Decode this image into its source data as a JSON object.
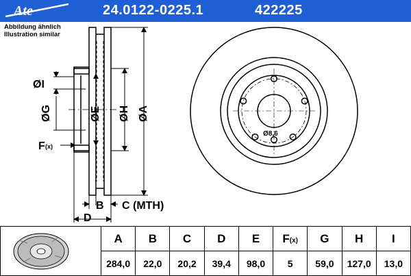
{
  "header": {
    "brand": "Ate",
    "part_number": "24.0122-0225.1",
    "article_number": "422225",
    "brand_color": "#1f5fd6"
  },
  "notes": {
    "german": "Abbildung ähnlich",
    "english": "Illustration similar"
  },
  "drawing": {
    "labels": {
      "I": "ØI",
      "G": "ØG",
      "E": "ØE",
      "H": "ØH",
      "A": "ØA",
      "F": "F",
      "F_sub": "(x)",
      "B": "B",
      "C": "C (MTH)",
      "D": "D",
      "bolt_hole": "Ø8,6"
    },
    "icons": [
      "disc-side-section",
      "disc-front-view",
      "disc-3d-thumbnail"
    ]
  },
  "table": {
    "headers": [
      "A",
      "B",
      "C",
      "D",
      "E",
      "F",
      "G",
      "H",
      "I"
    ],
    "f_sub": "(x)",
    "values": [
      "284,0",
      "22,0",
      "20,2",
      "39,4",
      "98,0",
      "5",
      "59,0",
      "127,0",
      "13,0"
    ]
  }
}
